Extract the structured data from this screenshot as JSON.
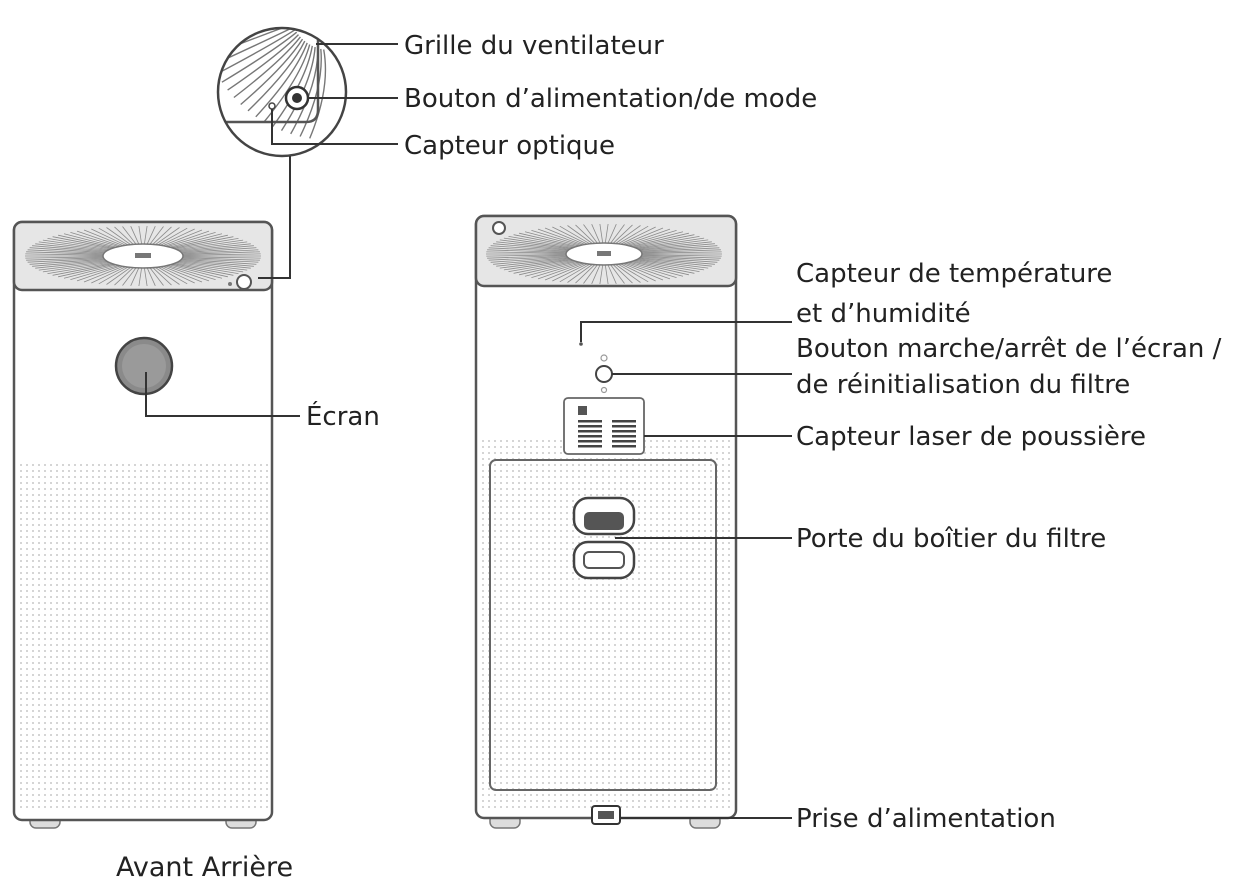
{
  "labels": {
    "fan_grille": "Grille du ventilateur",
    "power_mode_button": "Bouton d’alimentation/de mode",
    "optical_sensor": "Capteur optique",
    "screen": "Écran",
    "temp_humidity_line1": "Capteur de température",
    "temp_humidity_line2": "et d’humidité",
    "screen_reset_line1": "Bouton marche/arrêt de l’écran /",
    "screen_reset_line2": "de réinitialisation du filtre",
    "dust_sensor": "Capteur laser de poussière",
    "filter_door": "Porte du boîtier du filtre",
    "power_socket": "Prise d’alimentation"
  },
  "captions": {
    "views": "Avant Arrière"
  },
  "colors": {
    "line": "#333333",
    "outline": "#555555",
    "top_panel": "#e6e6e6",
    "screen_disc": "#8a8a8a",
    "dot_pattern": "#c8c8c8"
  }
}
